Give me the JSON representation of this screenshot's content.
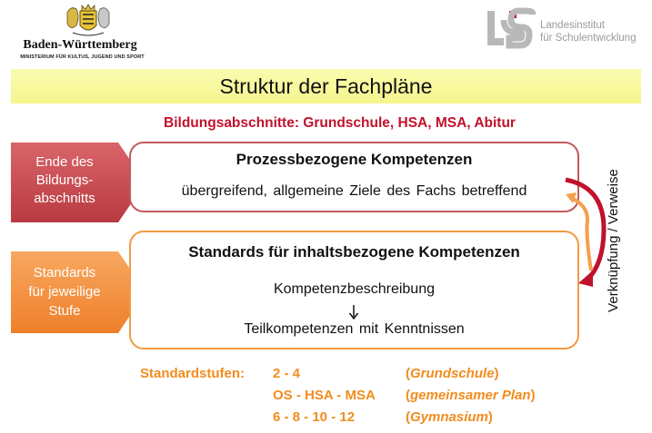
{
  "header": {
    "left_logo": {
      "name": "Baden-Württemberg",
      "ministry": "MINISTERIUM FÜR KULTUS, JUGEND UND SPORT"
    },
    "right_logo": {
      "line1": "Landesinstitut",
      "line2": "für Schulentwicklung"
    }
  },
  "title": "Struktur der Fachpläne",
  "subtitle": "Bildungsabschnitte: Grundschule, HSA, MSA, Abitur",
  "tags": {
    "red": [
      "Ende des",
      "Bildungs-",
      "abschnitts"
    ],
    "orange": [
      "Standards",
      "für jeweilige",
      "Stufe"
    ]
  },
  "box_process": {
    "title": "Prozessbezogene Kompetenzen",
    "line": "übergreifend, allgemeine Ziele des Fachs betreffend"
  },
  "box_content": {
    "title": "Standards für inhaltsbezogene Kompetenzen",
    "line1": "Kompetenzbeschreibung",
    "line2": "Teilkompetenzen mit Kenntnissen"
  },
  "side_label": "Verknüpfung / Verweise",
  "standards": {
    "label": "Standardstufen:",
    "rows": [
      {
        "range": "2 - 4",
        "school": "Grundschule"
      },
      {
        "range": "OS - HSA - MSA",
        "school": "gemeinsamer Plan"
      },
      {
        "range": "6 - 8 - 10 - 12",
        "school": "Gymnasium"
      }
    ]
  },
  "colors": {
    "red": "#c0122c",
    "tag_red": "#c8464c",
    "orange": "#f28c1e",
    "title_bg": "#f8f7a0"
  }
}
